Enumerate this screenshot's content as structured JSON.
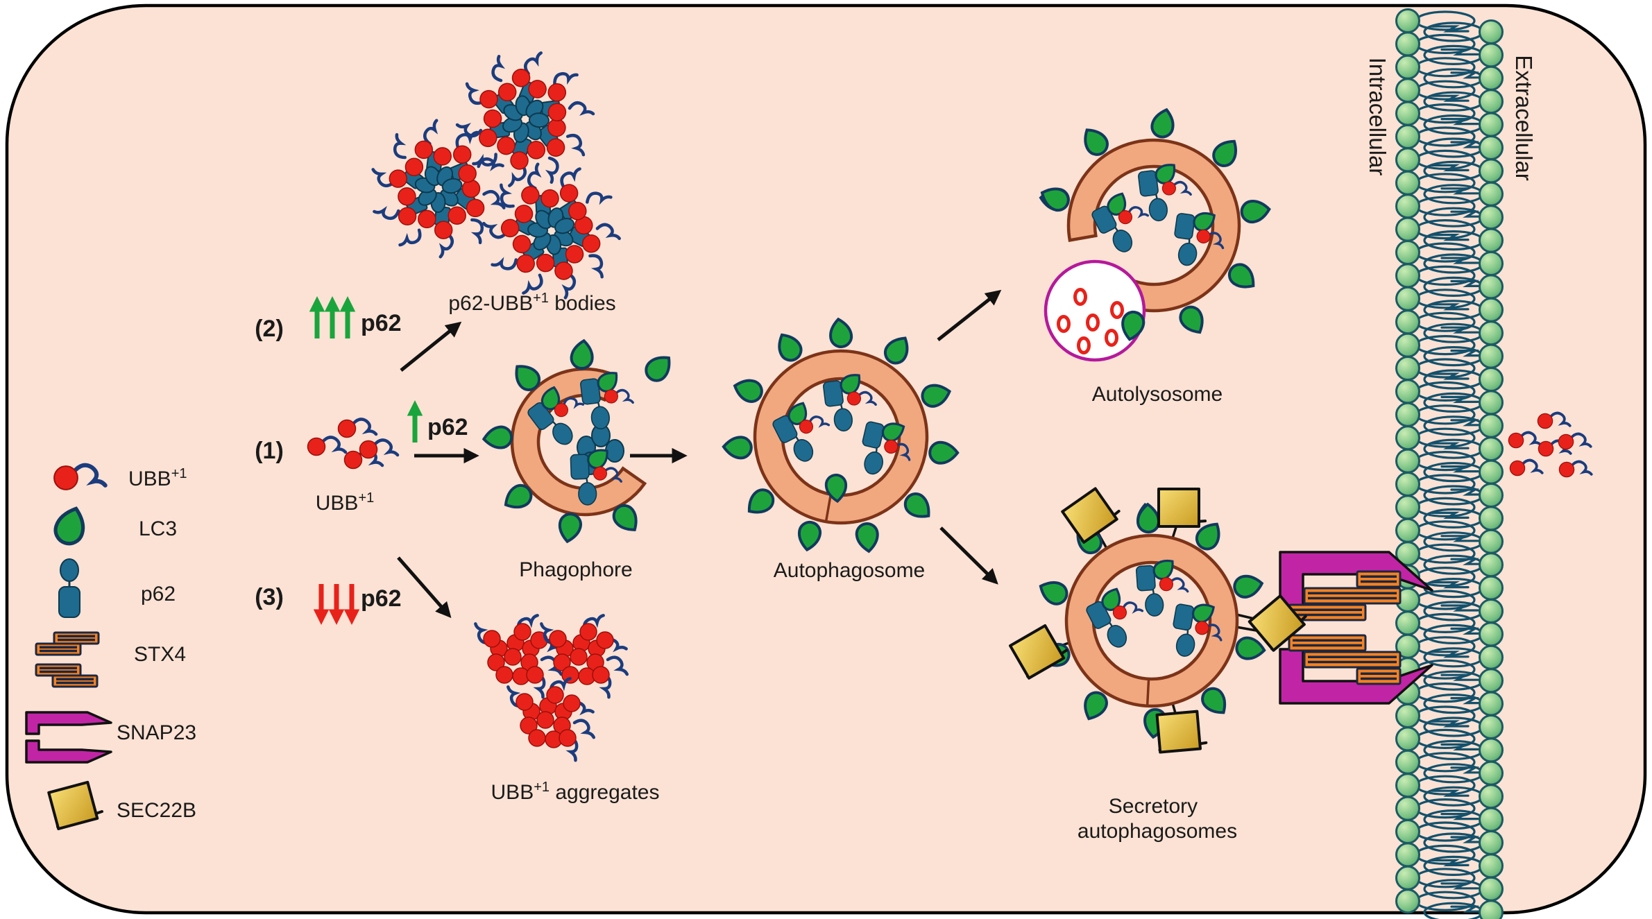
{
  "legend": {
    "items": {
      "ubb": {
        "base": "UBB",
        "sup": "+1"
      },
      "lc3": {
        "label": "LC3"
      },
      "p62": {
        "label": "p62"
      },
      "stx4": {
        "label": "STX4"
      },
      "snap23": {
        "label": "SNAP23"
      },
      "sec22b": {
        "label": "SEC22B"
      }
    }
  },
  "steps": {
    "s1": "(1)",
    "s2": "(2)",
    "s3": "(3)"
  },
  "p62_marker": "p62",
  "labels": {
    "bodies": {
      "base": "p62-UBB",
      "sup": "+1",
      "rest": " bodies"
    },
    "source": {
      "base": "UBB",
      "sup": "+1"
    },
    "phagophore": "Phagophore",
    "autophagosome": "Autophagosome",
    "autolysosome": "Autolysosome",
    "aggregates": {
      "base": "UBB",
      "sup": "+1",
      "rest": " aggregates"
    },
    "secretory_line1": "Secretory",
    "secretory_line2": "autophagosomes",
    "intracellular": "Intracellular",
    "extracellular": "Extracellular"
  },
  "colors": {
    "background": "#fbe2d4",
    "border": "#000000",
    "vesicle_fill": "#f1a87f",
    "vesicle_stroke": "#7c3318",
    "lc3_green": "#1ea33c",
    "outline_navy": "#123a5e",
    "p62_blue": "#1e6b8f",
    "ubb_red": "#e8221a",
    "squiggle_navy": "#1b3c7e",
    "stx4_orange": "#f58220",
    "snap23_magenta": "#c125a5",
    "sec22b_yellow": "#f0cc55",
    "lysosome_stroke": "#b5199b",
    "lipid_head": "#8fd08d",
    "lipid_tail": "#14506b",
    "arrow_black": "#111111",
    "up_green": "#1aa53c",
    "down_red": "#e8221a",
    "text": "#1a1a1a"
  }
}
